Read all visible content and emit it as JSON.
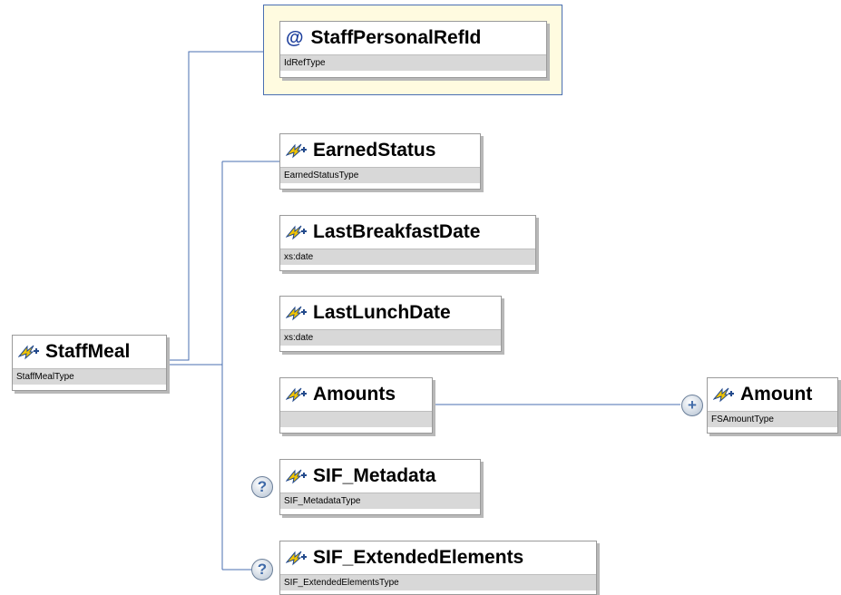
{
  "root": {
    "name": "StaffMeal",
    "type": "StaffMealType",
    "icon": "element-icon"
  },
  "attribute": {
    "symbol": "@",
    "name": "StaffPersonalRefId",
    "type": "IdRefType"
  },
  "children": [
    {
      "name": "EarnedStatus",
      "type": "EarnedStatusType",
      "optional": false
    },
    {
      "name": "LastBreakfastDate",
      "type": "xs:date",
      "optional": false
    },
    {
      "name": "LastLunchDate",
      "type": "xs:date",
      "optional": false
    },
    {
      "name": "Amounts",
      "type": "",
      "optional": false
    },
    {
      "name": "SIF_Metadata",
      "type": "SIF_MetadataType",
      "optional": true
    },
    {
      "name": "SIF_ExtendedElements",
      "type": "SIF_ExtendedElementsType",
      "optional": true
    }
  ],
  "amount": {
    "name": "Amount",
    "type": "FSAmountType",
    "badge": "+"
  },
  "optional_badge": "?",
  "colors": {
    "connector": "#4a6fb2",
    "attribute_background": "#fffbe0",
    "type_bar": "#d8d8d8"
  }
}
